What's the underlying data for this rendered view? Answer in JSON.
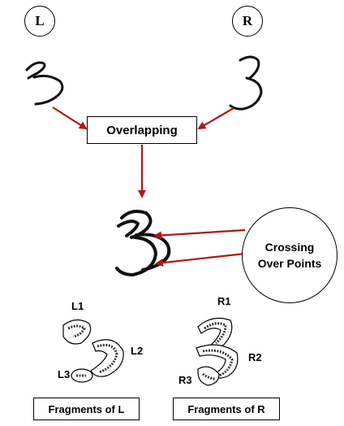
{
  "labels": {
    "left": "L",
    "right": "R"
  },
  "process_box": "Overlapping",
  "crossing_circle": {
    "line1": "Crossing",
    "line2": "Over Points"
  },
  "fragments_left": {
    "l1": "L1",
    "l2": "L2",
    "l3": "L3",
    "caption": "Fragments of L"
  },
  "fragments_right": {
    "r1": "R1",
    "r2": "R2",
    "r3": "R3",
    "caption": "Fragments of R"
  },
  "colors": {
    "arrow": "#b01515",
    "ink": "#111111"
  }
}
